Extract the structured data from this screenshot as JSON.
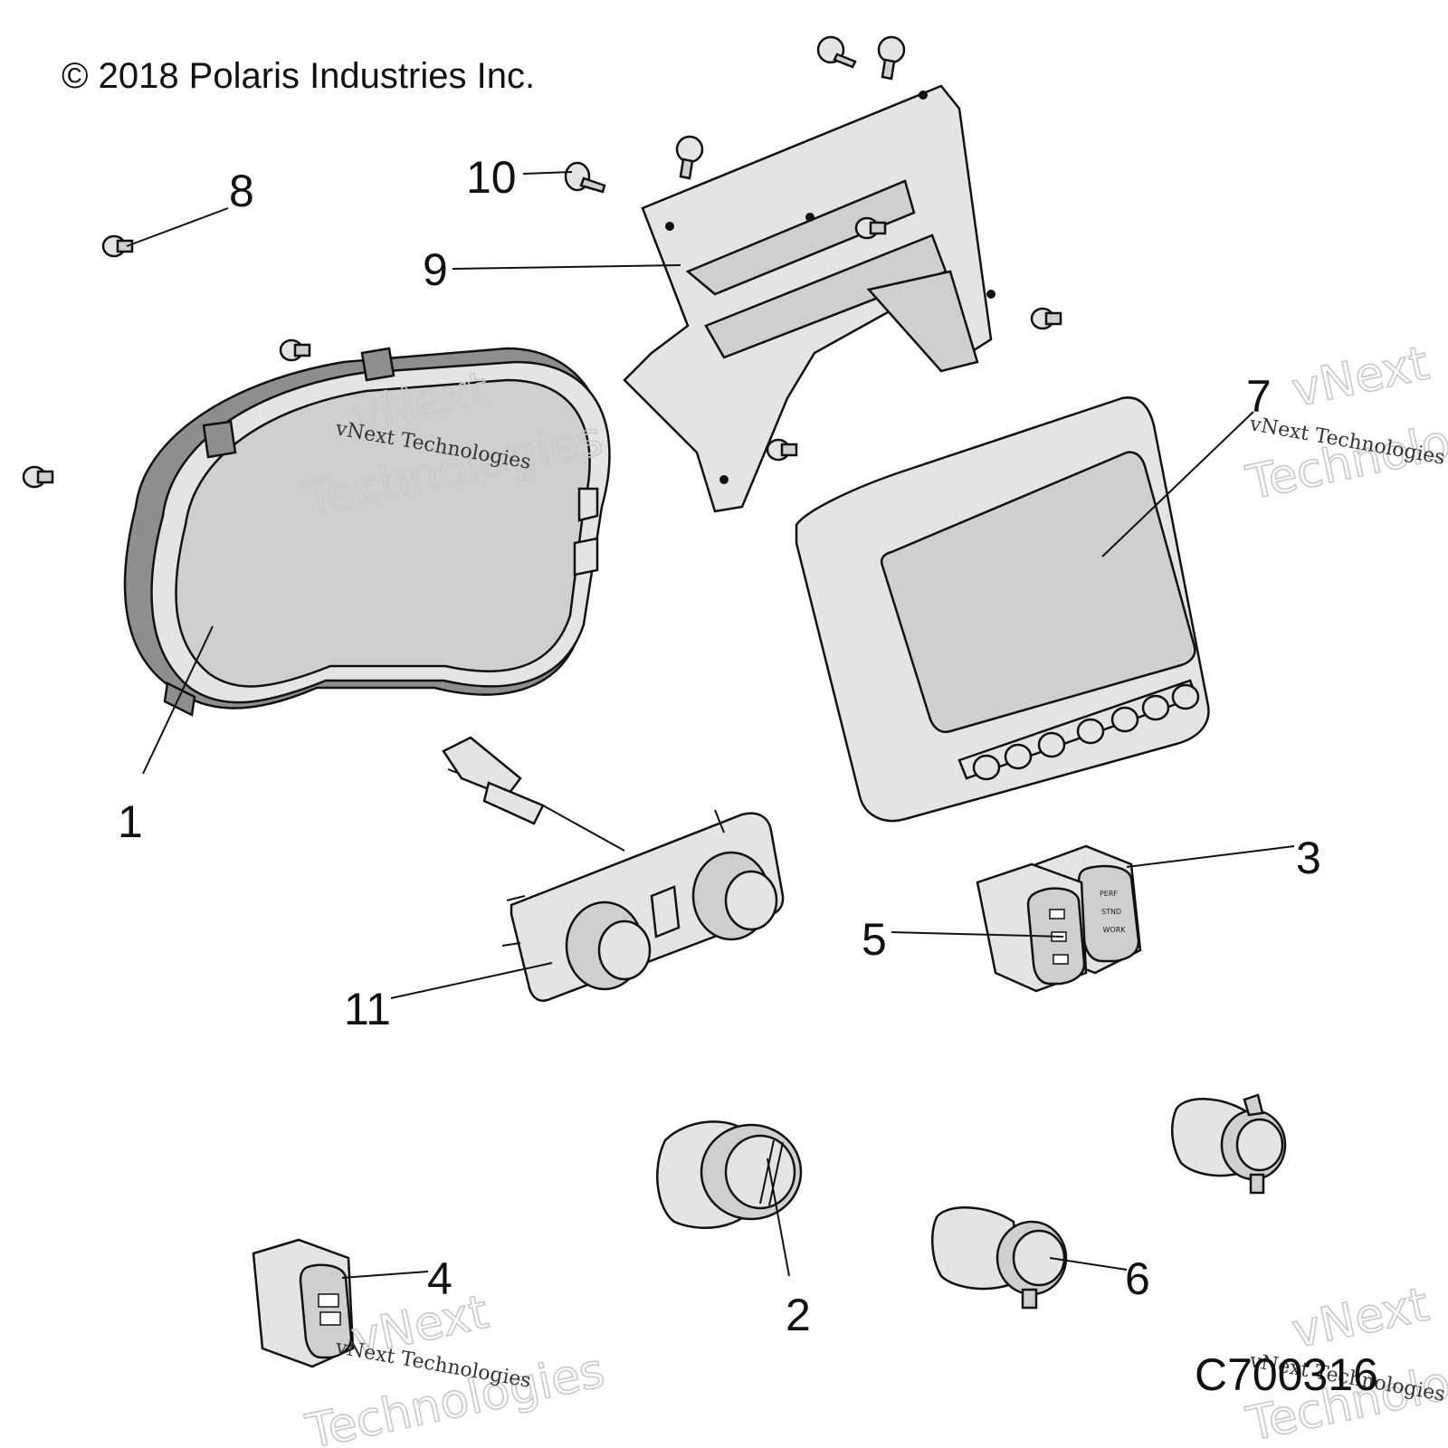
{
  "copyright": "© 2018 Polaris Industries Inc.",
  "diagram_code": "C700316",
  "watermark": {
    "line1": "vNext",
    "line2": "Technologies",
    "small": "vNext Technologies"
  },
  "callouts": {
    "c1": "1",
    "c2": "2",
    "c3": "3",
    "c4": "4",
    "c5": "5",
    "c6": "6",
    "c7": "7",
    "c8": "8",
    "c9": "9",
    "c10": "10",
    "c11": "11"
  },
  "switch_3_text": {
    "line1": "PERF",
    "line2": "STND",
    "line3": "WORK"
  }
}
